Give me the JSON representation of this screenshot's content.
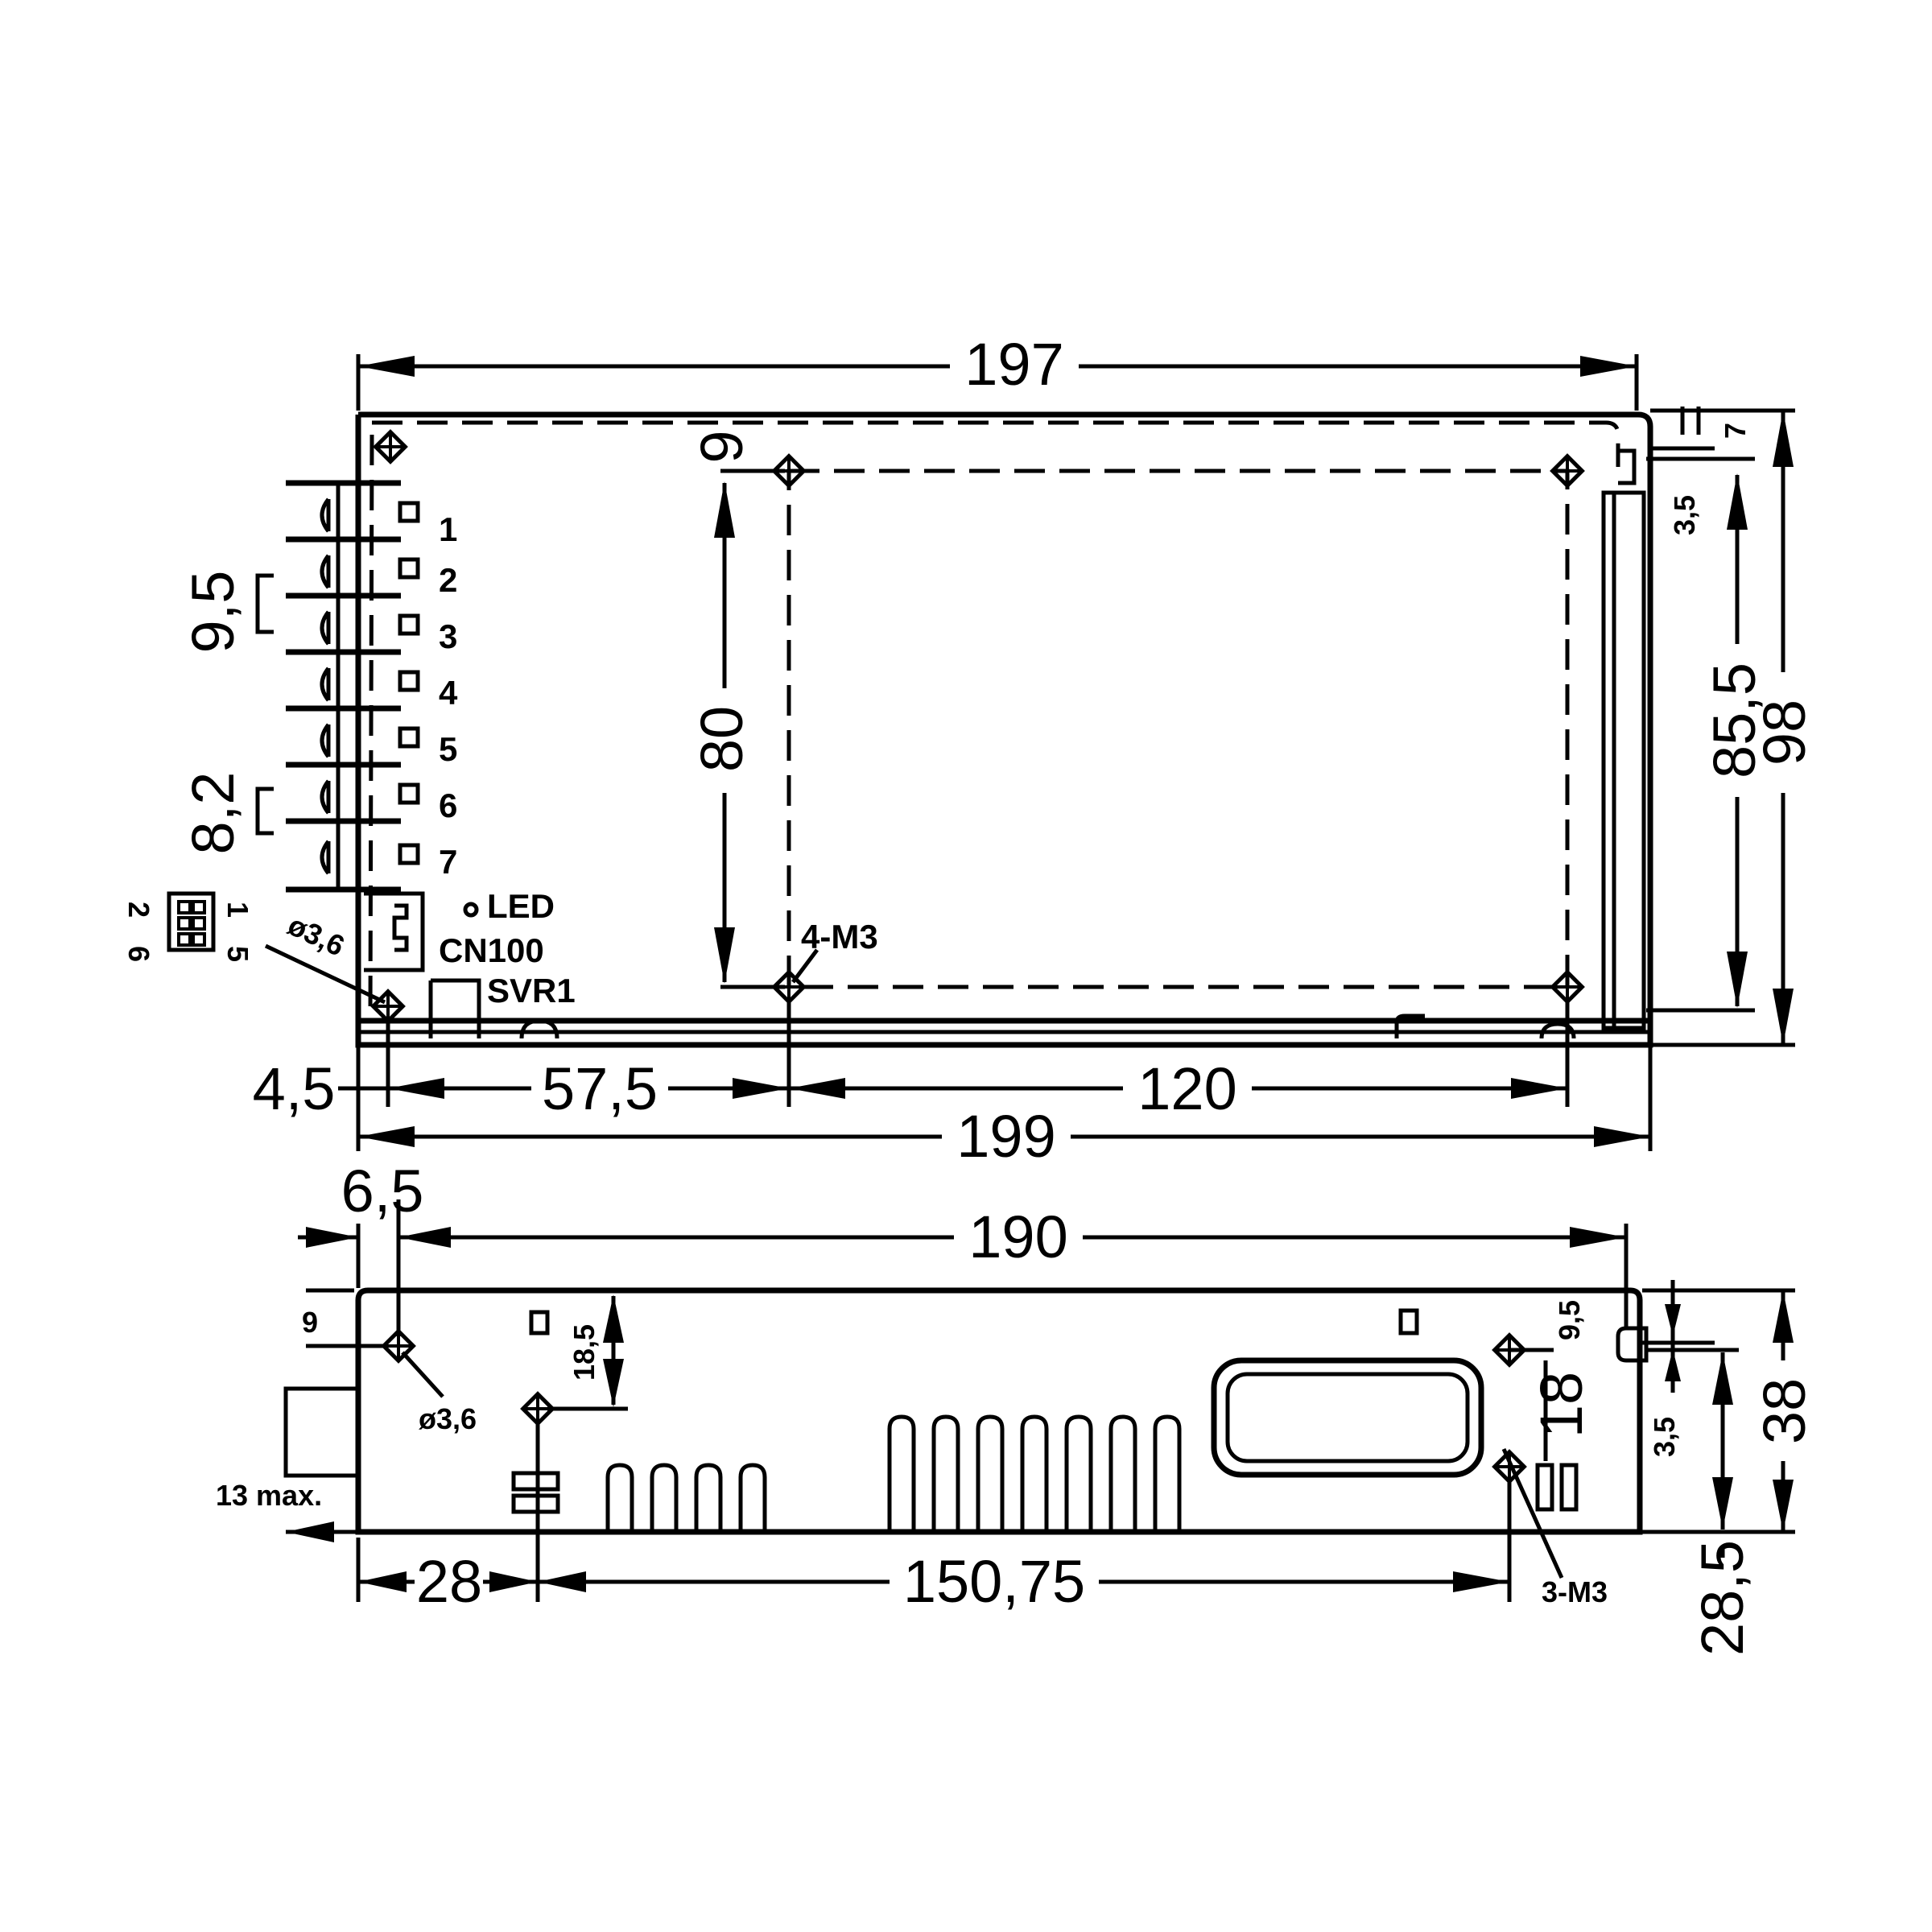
{
  "top_view": {
    "dim_overall_width": "197",
    "dim_base_width": "199",
    "dim_offset_left": "4,5",
    "dim_hole_offset": "57,5",
    "dim_hole_pitch": "120",
    "dim_height": "98",
    "dim_hole_span_right": "85,5",
    "dim_hole_span_vertical": "80",
    "dim_top_offset": "9",
    "dim_top_small": "7",
    "dim_top_small_2": "3,5",
    "dim_pin_pitch_large": "9,5",
    "dim_pin_pitch_small": "8,2",
    "pin_labels": [
      "1",
      "2",
      "3",
      "4",
      "5",
      "6",
      "7"
    ],
    "led_label": "LED",
    "connector_label": "CN100",
    "vr_label": "SVR1",
    "mount_label": "4-M3",
    "hole_label": "ø3,6",
    "cn_pins": [
      "2",
      "1",
      "6",
      "5"
    ]
  },
  "side_view": {
    "dim_width": "190",
    "dim_left_offset": "6,5",
    "dim_hole_left": "28",
    "dim_hole_pitch": "150,75",
    "dim_height": "38",
    "dim_bottom_span": "28,5",
    "dim_hole_center_y": "18",
    "dim_top_right_small": "9,5",
    "dim_small_gap": "3,5",
    "dim_left_hole_y": "18,5",
    "dim_left_small": "9",
    "hole_label": "ø3,6",
    "mount_label": "3-M3",
    "terminal_label": "13 max."
  }
}
